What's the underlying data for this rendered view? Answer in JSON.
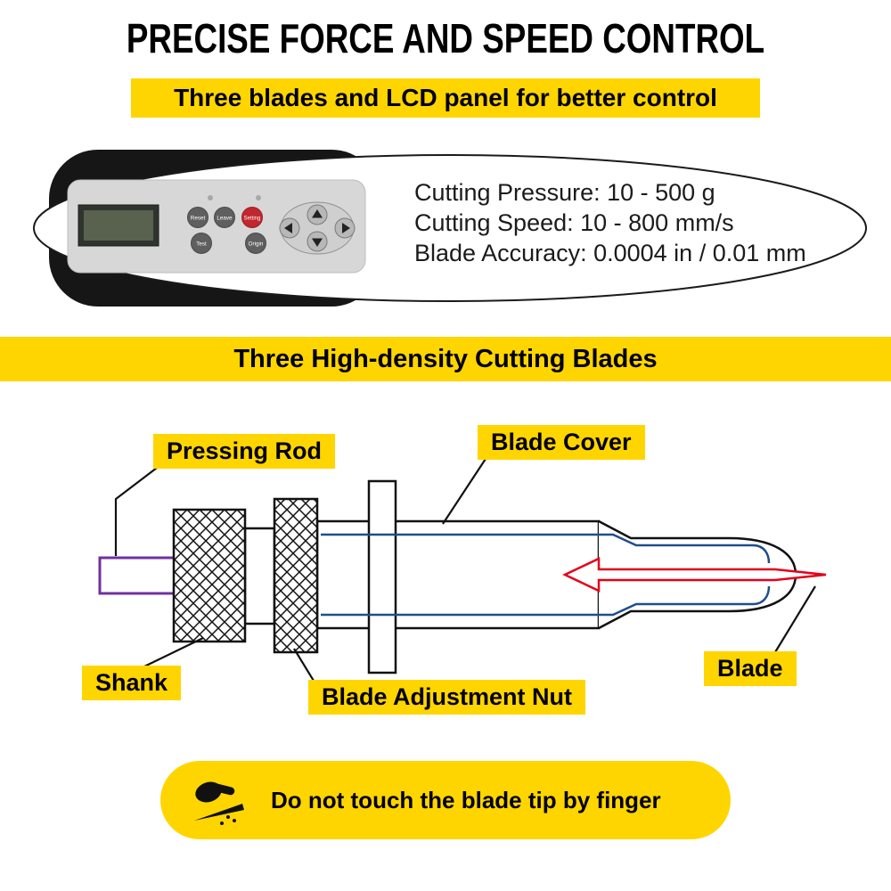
{
  "colors": {
    "accent_yellow": "#FFD500",
    "blade_red": "#E50019",
    "inner_blue": "#1F4E8C",
    "rod_purple": "#7030A0",
    "device_black": "#161616"
  },
  "header": {
    "title": "PRECISE FORCE AND SPEED CONTROL",
    "subtitle": "Three blades and LCD panel for better control"
  },
  "control_panel": {
    "buttons": [
      {
        "label": "Reset"
      },
      {
        "label": "Leave"
      },
      {
        "label": "Setting"
      },
      {
        "label": "Test"
      },
      {
        "label": "Origin"
      }
    ],
    "specs": [
      "Cutting Pressure: 10 - 500 g",
      "Cutting Speed: 10 - 800 mm/s",
      "Blade Accuracy: 0.0004 in / 0.01 mm"
    ]
  },
  "section_banner": {
    "title": "Three High-density Cutting Blades"
  },
  "diagram": {
    "labels": {
      "pressing_rod": "Pressing Rod",
      "blade_cover": "Blade Cover",
      "shank": "Shank",
      "blade_adjustment_nut": "Blade Adjustment Nut",
      "blade": "Blade"
    }
  },
  "warning": {
    "text": "Do not touch the blade tip by finger"
  }
}
